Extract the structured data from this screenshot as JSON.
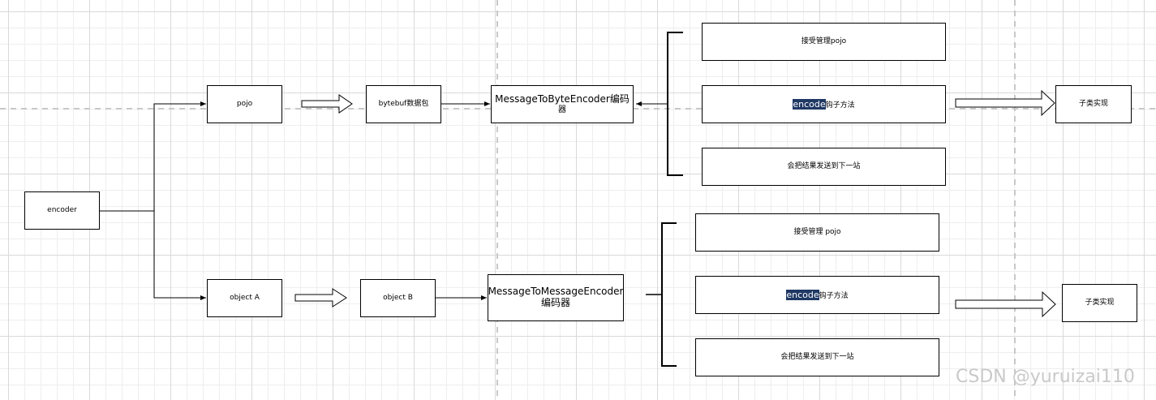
{
  "nodes": {
    "encoder": "encoder",
    "pojo": "pojo",
    "bytebuf": "bytebuf数据包",
    "mtb_encoder": [
      "MessageToByteEncoder编码",
      "器"
    ],
    "object_a": "object A",
    "object_b": "object B",
    "mtm_encoder": [
      "MessageToMessageEncoder",
      "编码器"
    ]
  },
  "top_group": {
    "item1": "接受管理pojo",
    "item2_highlight": "encode",
    "item2_rest": "钩子方法",
    "item3": "会把结果发送到下一站",
    "subclass": "子类实现"
  },
  "bottom_group": {
    "item1": "接受管理 pojo",
    "item2_highlight": "encode",
    "item2_rest": "钩子方法",
    "item3": "会把结果发送到下一站",
    "subclass": "子类实现"
  },
  "watermark": "CSDN @yuruizai110",
  "colors": {
    "highlight_bg": "#1f3864",
    "highlight_text": "#ffffff",
    "grid_major": "#d9d9d9",
    "grid_minor": "#eeeeee",
    "guide_dashed": "#c8c8c8"
  }
}
